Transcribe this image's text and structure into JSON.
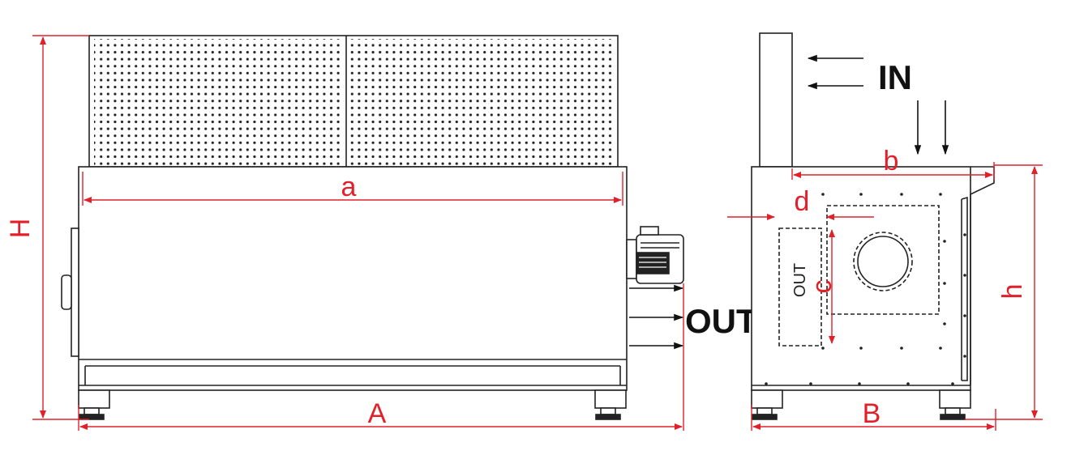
{
  "labels": {
    "dim_a": "a",
    "dim_A": "A",
    "dim_H": "H",
    "dim_b": "b",
    "dim_B": "B",
    "dim_h": "h",
    "dim_c": "c",
    "dim_d": "d",
    "flow_in": "IN",
    "flow_out": "OUT",
    "outlet_mark": "OUT"
  },
  "colors": {
    "dimension": "#e2202a",
    "line": "#222222",
    "background": "#ffffff"
  }
}
